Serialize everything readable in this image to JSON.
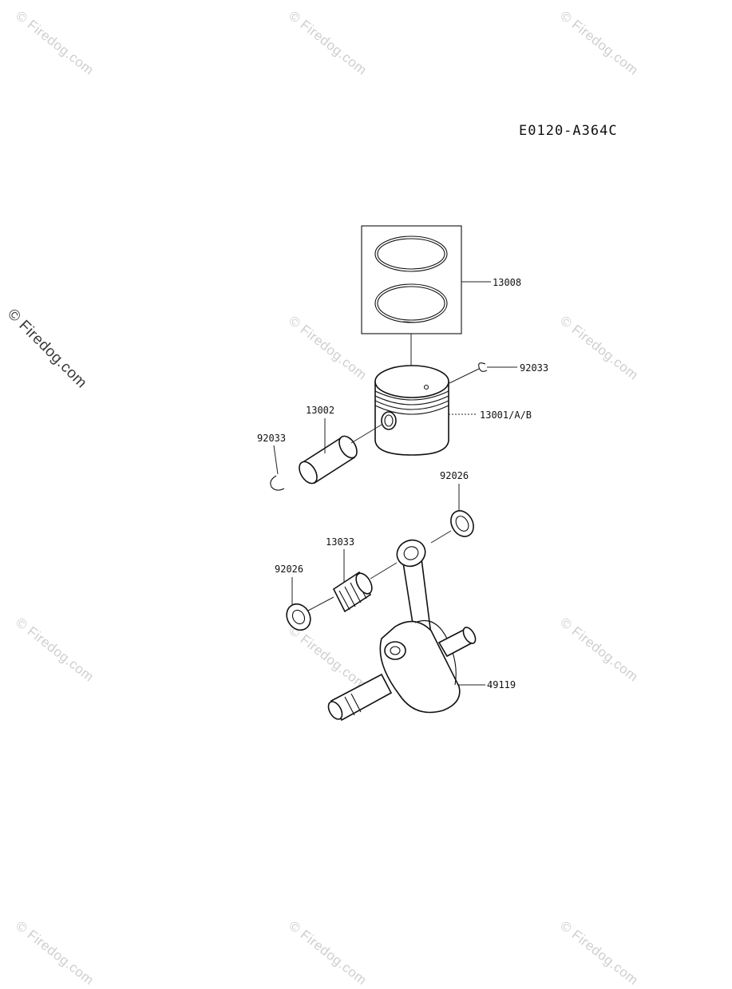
{
  "diagram": {
    "code": "E0120-A364C",
    "watermark": "© Firedog.com",
    "callouts": [
      {
        "id": "piston-ring-set",
        "text": "13008"
      },
      {
        "id": "circlip-right",
        "text": "92033"
      },
      {
        "id": "piston",
        "text": "13001/A/B"
      },
      {
        "id": "piston-pin",
        "text": "13002"
      },
      {
        "id": "circlip-left",
        "text": "92033"
      },
      {
        "id": "seal-right",
        "text": "92026"
      },
      {
        "id": "needle-bearing",
        "text": "13033"
      },
      {
        "id": "seal-left",
        "text": "92026"
      },
      {
        "id": "crankshaft",
        "text": "49119"
      }
    ]
  }
}
